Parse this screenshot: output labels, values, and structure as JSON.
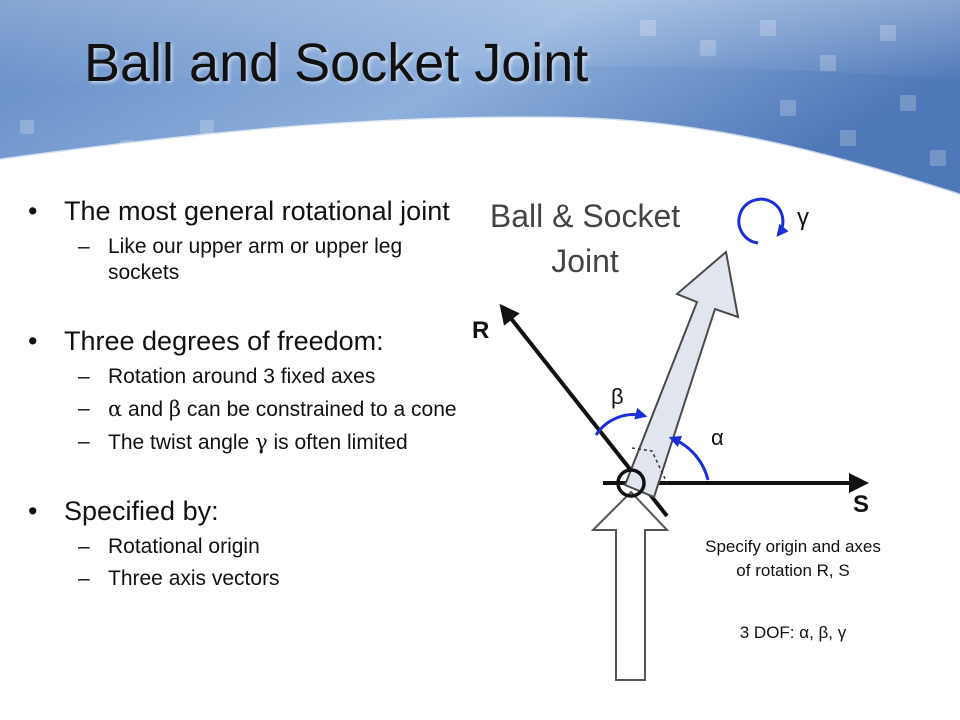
{
  "slide": {
    "title": "Ball and Socket Joint",
    "bullets": [
      {
        "text": "The most general rotational joint",
        "marker": "•",
        "subitems": [
          {
            "marker": "–",
            "parts": [
              {
                "t": "Like our upper arm or upper leg sockets"
              }
            ]
          }
        ]
      },
      {
        "text": "Three degrees of freedom:",
        "marker": "•",
        "subitems": [
          {
            "marker": "–",
            "parts": [
              {
                "t": "Rotation around 3 fixed axes"
              }
            ]
          },
          {
            "marker": "–",
            "parts": [
              {
                "t": "α",
                "g": true
              },
              {
                "t": " and "
              },
              {
                "t": "β",
                "g": true
              },
              {
                "t": " can be constrained to a cone"
              }
            ]
          },
          {
            "marker": "–",
            "parts": [
              {
                "t": "The twist angle "
              },
              {
                "t": "γ",
                "g": true
              },
              {
                "t": " is often limited"
              }
            ]
          }
        ]
      },
      {
        "text": "Specified by:",
        "marker": "•",
        "subitems": [
          {
            "marker": "–",
            "parts": [
              {
                "t": "Rotational origin"
              }
            ]
          },
          {
            "marker": "–",
            "parts": [
              {
                "t": "Three axis vectors"
              }
            ]
          }
        ]
      }
    ]
  },
  "diagram": {
    "title_line1": "Ball & Socket",
    "title_line2": "Joint",
    "label_gamma": "γ",
    "label_R": "R",
    "label_S": "S",
    "label_beta": "β",
    "label_alpha": "α",
    "caption_line1": "Specify origin and axes",
    "caption_line2": "of rotation R, S",
    "dof_text": "3 DOF: α, β, γ",
    "colors": {
      "arc_blue": "#1a2fd6",
      "arrow_fill": "#e1e6ee",
      "arrow_stroke": "#4a4a4a",
      "header_blue": "#6a93cd"
    }
  }
}
